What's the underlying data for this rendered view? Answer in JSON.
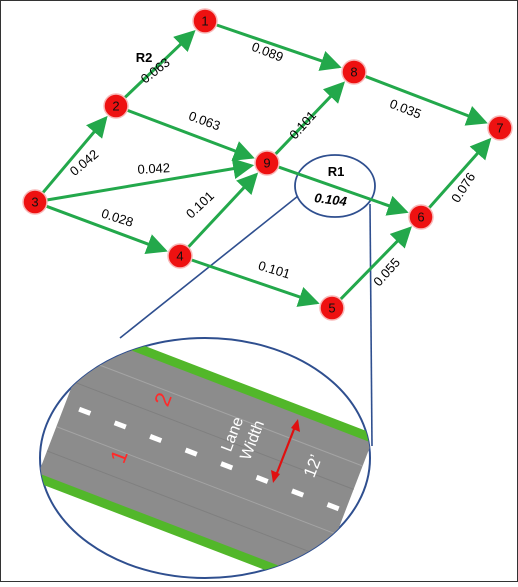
{
  "colors": {
    "edge": "#23a84b",
    "node_fill": "#ee1111",
    "node_stroke": "#f8b8b8",
    "node_text": "#111111",
    "callout": "#2f4f8f",
    "road": "#8c8c8c",
    "road_edge": "#52b72a",
    "lane_marker": "#ffffff",
    "lane_text": "#ff2a2a",
    "width_arrow": "#e01010",
    "border": "#333333"
  },
  "nodes": [
    {
      "id": "1",
      "label": "1"
    },
    {
      "id": "2",
      "label": "2"
    },
    {
      "id": "3",
      "label": "3"
    },
    {
      "id": "4",
      "label": "4"
    },
    {
      "id": "5",
      "label": "5"
    },
    {
      "id": "6",
      "label": "6"
    },
    {
      "id": "7",
      "label": "7"
    },
    {
      "id": "8",
      "label": "8"
    },
    {
      "id": "9",
      "label": "9"
    }
  ],
  "edges": [
    {
      "from": "3",
      "to": "2",
      "weight": "0.042"
    },
    {
      "from": "2",
      "to": "1",
      "weight": "0.063"
    },
    {
      "from": "1",
      "to": "8",
      "weight": "0.089"
    },
    {
      "from": "8",
      "to": "7",
      "weight": "0.035"
    },
    {
      "from": "2",
      "to": "9",
      "weight": "0.063"
    },
    {
      "from": "3",
      "to": "9",
      "weight": "0.042"
    },
    {
      "from": "3",
      "to": "4",
      "weight": "0.028"
    },
    {
      "from": "4",
      "to": "9",
      "weight": "0.101"
    },
    {
      "from": "9",
      "to": "8",
      "weight": "0.101"
    },
    {
      "from": "9",
      "to": "6",
      "weight": "0.104"
    },
    {
      "from": "4",
      "to": "5",
      "weight": "0.101"
    },
    {
      "from": "5",
      "to": "6",
      "weight": "0.055"
    },
    {
      "from": "6",
      "to": "7",
      "weight": "0.076"
    }
  ],
  "route_labels": {
    "r1": "R1",
    "r2": "R2"
  },
  "inset": {
    "lane_numbers": [
      "1",
      "2"
    ],
    "lane_width_label_1": "Lane",
    "lane_width_label_2": "Width",
    "width_value": "12’"
  }
}
